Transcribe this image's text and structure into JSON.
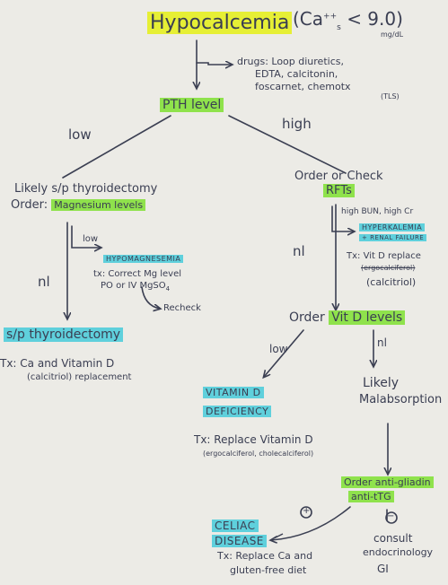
{
  "title": "Hypocalcemia",
  "title_range": "(Ca",
  "title_range_sub": "s",
  "title_range_sup": "++",
  "title_range_value": "< 9.0)",
  "title_range_unit": "mg/dL",
  "drugs": {
    "line1": "drugs: Loop diuretics,",
    "line2": "EDTA, calcitonin,",
    "line3": "foscarnet, chemotx",
    "line4": "(TLS)"
  },
  "pth_level": "PTH level",
  "branch_low": "low",
  "branch_high": "high",
  "low_path": {
    "likely": "Likely s/p thyroidectomy",
    "order_prefix": "Order:",
    "order_item": "Magnesium levels",
    "low_label": "low",
    "nl_label": "nl",
    "hypomag_title": "HYPOMAGNESEMIA",
    "hypomag_tx1": "tx: Correct Mg level",
    "hypomag_tx2": "PO or IV MgSO",
    "hypomag_tx2_sub": "4",
    "recheck": "Recheck",
    "thyroidectomy": "s/p thyroidectomy",
    "thyroidectomy_tx1": "Tx: Ca and Vitamin D",
    "thyroidectomy_tx2": "(calcitriol) replacement"
  },
  "high_path": {
    "order_check": "Order or Check",
    "rfts": "RFTs",
    "rft_result": "high BUN, high Cr",
    "hyperkalemia_line1": "HYPERKALEMIA",
    "hyperkalemia_line2": "+ RENAL FAILURE",
    "vitd_tx1": "Tx: Vit D replace",
    "vitd_tx2_struck": "(ergocalciferol)",
    "vitd_tx3": "(calcitriol)",
    "nl_label": "nl"
  },
  "vitd": {
    "order_prefix": "Order",
    "order_item": "Vit D levels",
    "low_label": "low",
    "nl_label": "nl",
    "deficiency_line1": "VITAMIN D",
    "deficiency_line2": "DEFICIENCY",
    "deficiency_tx1": "Tx: Replace Vitamin D",
    "deficiency_tx2": "(ergocalciferol, cholecalciferol)",
    "likely": "Likely",
    "malabsorption": "Malabsorption"
  },
  "celiac": {
    "order_line1": "Order anti-gliadin",
    "order_line2": "anti-tTG",
    "pos_sign": "+",
    "neg_sign": "−",
    "celiac_line1": "CELIAC",
    "celiac_line2": "DISEASE",
    "tx1": "Tx: Replace Ca and",
    "tx2": "gluten-free diet",
    "consult_line1": "consult",
    "consult_line2": "endocrinology",
    "consult_line3": "GI"
  },
  "colors": {
    "paper": "#ecebe6",
    "ink": "#3b3f52",
    "highlight_yellow": "#e6ef35",
    "highlight_green": "#8fe24c",
    "highlight_blue": "#5fd0dc"
  }
}
